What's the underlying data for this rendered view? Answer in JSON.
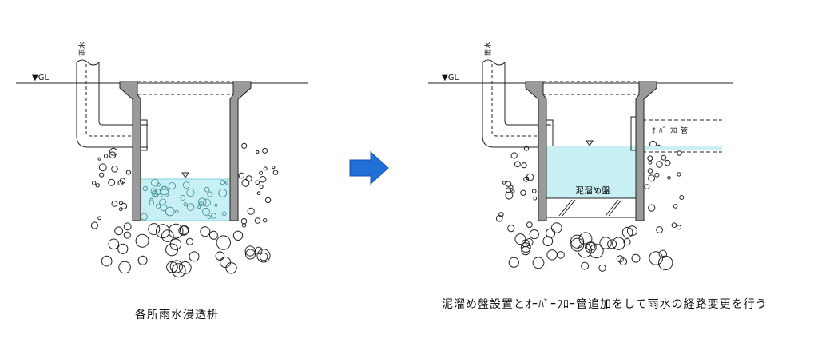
{
  "left_panel": {
    "pipe_label": "雨水",
    "ground_label": "▼GL",
    "caption": "各所雨水浸透枡"
  },
  "right_panel": {
    "pipe_label": "雨水",
    "ground_label": "▼GL",
    "overflow_label": "ｵｰﾊﾞｰﾌﾛｰ管",
    "basin_label": "泥溜め盤",
    "caption": "泥溜め盤設置とｵｰﾊﾞｰﾌﾛｰ管追加をして雨水の経路変更を行う"
  },
  "colors": {
    "water": "#c8f0f4",
    "water_stroke": "#7fd0dc",
    "wall": "#9a9a9a",
    "arrow": "#1f6fd6",
    "line": "#222222"
  }
}
